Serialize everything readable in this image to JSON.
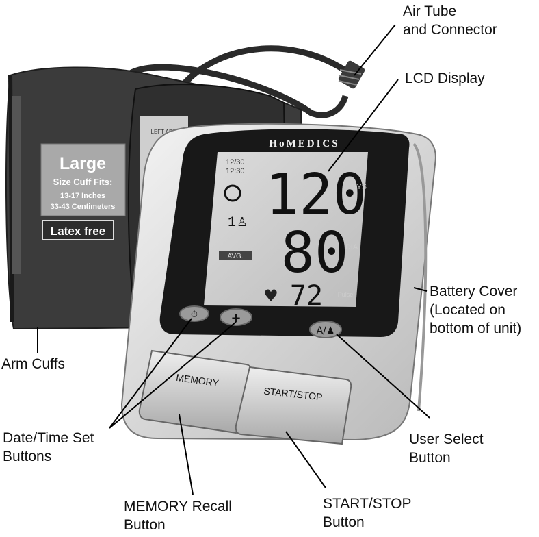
{
  "device": {
    "brand": "HoMEDICS",
    "lcd": {
      "date_lines": [
        "12/30",
        "12:30"
      ],
      "user_number": "1",
      "systolic": "120",
      "diastolic": "80",
      "pulse": "72",
      "avg_label": "AVG.",
      "sys_label": "SYS",
      "dia_label": "DIA",
      "pulse_label": "Pulse"
    },
    "buttons": {
      "clock_symbol": "⏱",
      "plus_symbol": "+",
      "memory": "MEMORY",
      "start_stop": "START/STOP"
    },
    "cuff": {
      "size_label": "Large",
      "fits_label": "Size Cuff Fits:",
      "inches": "13-17  Inches",
      "centimeters": "33-43 Centimeters",
      "latex": "Latex free",
      "arm_label": "LEFT ARM"
    }
  },
  "callouts": {
    "air_tube": [
      "Air Tube",
      "and Connector"
    ],
    "lcd_display": [
      "LCD Display"
    ],
    "battery_cover": [
      "Battery Cover",
      "(Located on",
      "bottom of unit)"
    ],
    "arm_cuffs": [
      "Arm Cuffs"
    ],
    "date_time": [
      "Date/Time Set",
      "Buttons"
    ],
    "user_select": [
      "User Select",
      "Button"
    ],
    "memory_recall": [
      "MEMORY Recall",
      "Button"
    ],
    "start_stop": [
      "START/STOP",
      "Button"
    ]
  }
}
